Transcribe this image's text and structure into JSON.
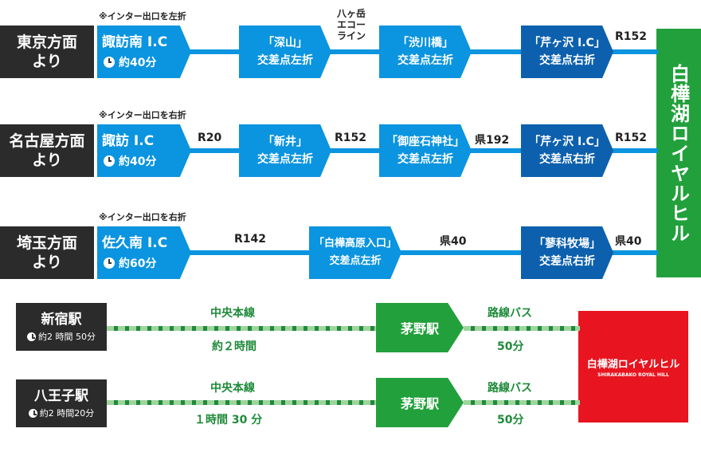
{
  "routes": [
    {
      "origin": [
        "東京方面",
        "より"
      ],
      "note": "※インター出口を左折",
      "ic_name": "諏訪南 I.C",
      "ic_time": "約40分",
      "mid_label": [
        "八ヶ岳",
        "エコー",
        "ライン"
      ],
      "steps": [
        {
          "label": "「深山」",
          "sub": "交差点左折"
        },
        {
          "label": "「渋川橋」",
          "sub": "交差点左折"
        },
        {
          "label": "「芹ヶ沢 I.C」",
          "sub": "交差点右折"
        }
      ],
      "end_road": "R152"
    },
    {
      "origin": [
        "名古屋方面",
        "より"
      ],
      "note": "※インター出口を右折",
      "ic_name": "諏訪 I.C",
      "ic_time": "約40分",
      "roads": [
        "R20",
        "R152",
        "県192"
      ],
      "steps": [
        {
          "label": "「新井」",
          "sub": "交差点左折"
        },
        {
          "label": "「御座石神社」",
          "sub": "交差点左折"
        },
        {
          "label": "「芹ヶ沢 I.C」",
          "sub": "交差点右折"
        }
      ],
      "end_road": "R152"
    },
    {
      "origin": [
        "埼玉方面",
        "より"
      ],
      "note": "※インター出口を右折",
      "ic_name": "佐久南 I.C",
      "ic_time": "約60分",
      "roads": [
        "R142",
        "県40"
      ],
      "steps": [
        {
          "label": "「白樺高原入口」",
          "sub": "交差点左折"
        },
        {
          "label": "「蓼科牧場」",
          "sub": "交差点右折"
        }
      ],
      "end_road": "県40"
    }
  ],
  "destination_vertical": "白樺湖ロイヤルヒル",
  "trains": [
    {
      "station": "新宿駅",
      "station_time": "約2 時間 50分",
      "line_name": "中央本線",
      "line_time": "約２時間",
      "transfer": "茅野駅",
      "bus_name": "路線バス",
      "bus_time": "50分"
    },
    {
      "station": "八王子駅",
      "station_time": "約2 時間20分",
      "line_name": "中央本線",
      "line_time": "１時間 30 分",
      "transfer": "茅野駅",
      "bus_name": "路線バス",
      "bus_time": "50分"
    }
  ],
  "destination_box": {
    "name": "白樺湖ロイヤルヒル",
    "romaji": "SHIRAKABAKO ROYAL HILL"
  },
  "colors": {
    "light_blue": "#0b94df",
    "dark_blue": "#0c60ad",
    "green": "#22a03c",
    "red": "#e8141f"
  }
}
